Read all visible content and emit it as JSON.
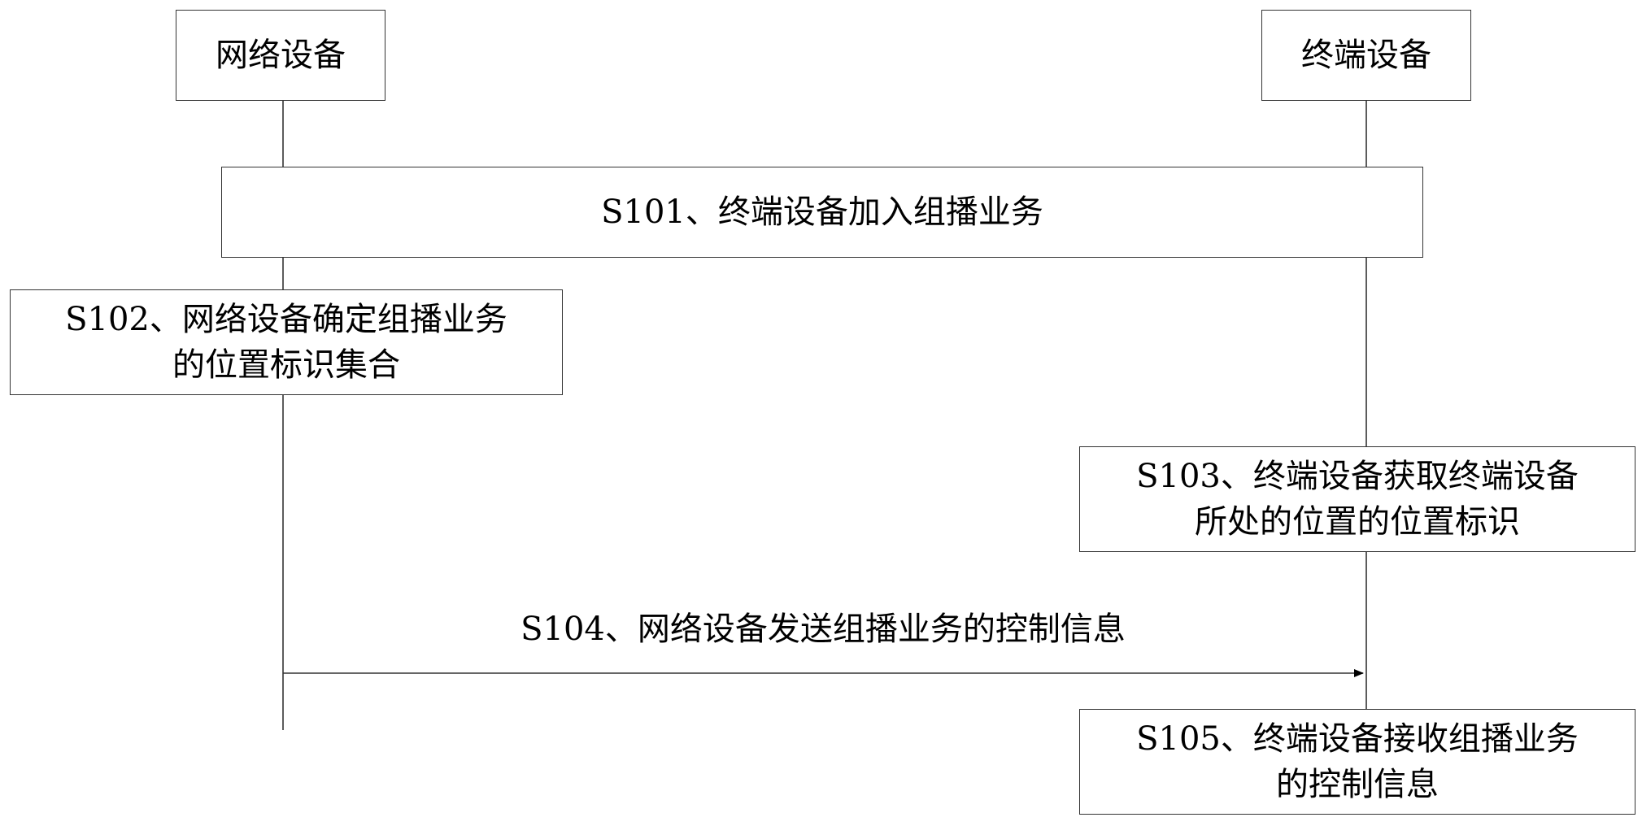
{
  "actors": {
    "network": "网络设备",
    "terminal": "终端设备"
  },
  "steps": {
    "s101": {
      "line1": "S101、终端设备加入组播业务"
    },
    "s102": {
      "line1": "S102、网络设备确定组播业务",
      "line2": "的位置标识集合"
    },
    "s103": {
      "line1": "S103、终端设备获取终端设备",
      "line2": "所处的位置的位置标识"
    },
    "s104": {
      "label": "S104、网络设备发送组播业务的控制信息",
      "from": "network",
      "to": "terminal"
    },
    "s105": {
      "line1": "S105、终端设备接收组播业务",
      "line2": "的控制信息"
    }
  },
  "colors": {
    "line": "#333333",
    "arrow": "#000000"
  }
}
